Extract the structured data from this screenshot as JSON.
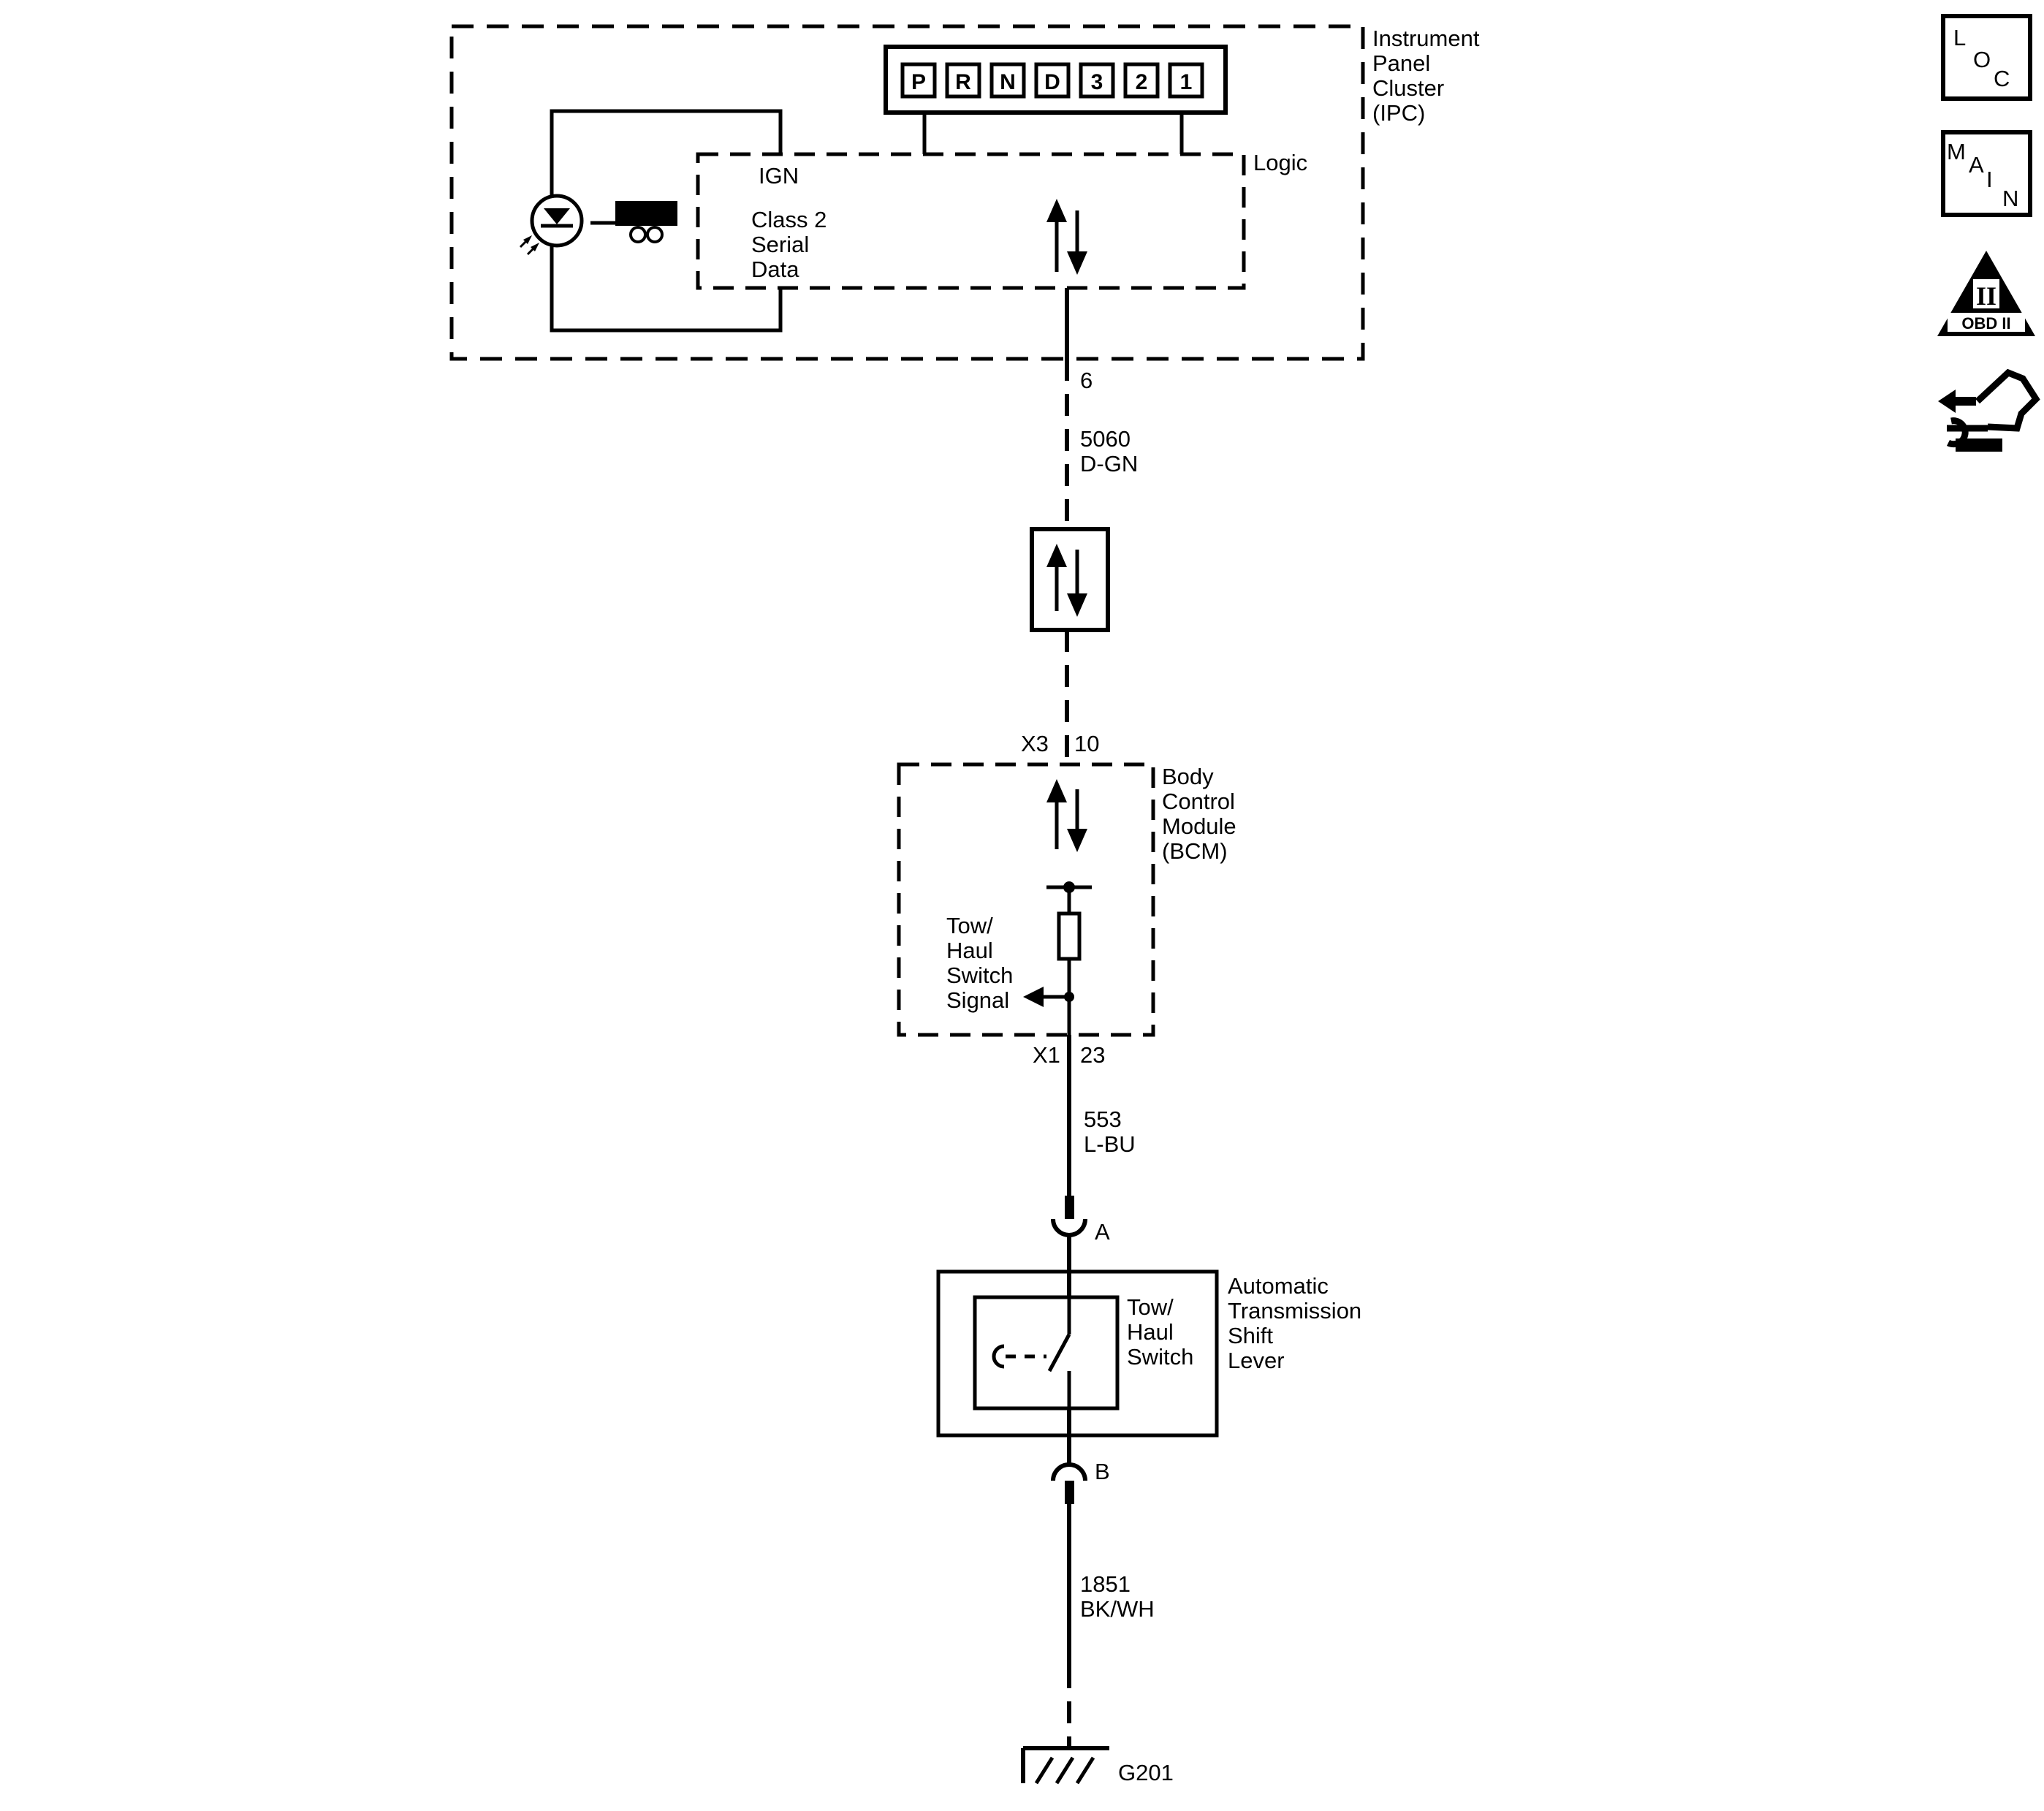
{
  "ipc": {
    "name_lines": [
      "Instrument",
      "Panel",
      "Cluster",
      "(IPC)"
    ],
    "logic_label": "Logic",
    "ign_label": "IGN",
    "serial_lines": [
      "Class 2",
      "Serial",
      "Data"
    ],
    "gear_indicators": [
      "P",
      "R",
      "N",
      "D",
      "3",
      "2",
      "1"
    ]
  },
  "wires": {
    "serial": {
      "pin": "6",
      "circuit": "5060",
      "color": "D-GN"
    },
    "signal": {
      "circuit": "553",
      "color": "L-BU"
    },
    "ground": {
      "circuit": "1851",
      "color": "BK/WH"
    }
  },
  "bcm": {
    "name_lines": [
      "Body",
      "Control",
      "Module",
      "(BCM)"
    ],
    "top_connector": "X3",
    "top_pin": "10",
    "bottom_connector": "X1",
    "bottom_pin": "23",
    "signal_lines": [
      "Tow/",
      "Haul",
      "Switch",
      "Signal"
    ]
  },
  "shift_lever": {
    "name_lines": [
      "Automatic",
      "Transmission",
      "Shift",
      "Lever"
    ],
    "switch_lines": [
      "Tow/",
      "Haul",
      "Switch"
    ],
    "pin_a": "A",
    "pin_b": "B"
  },
  "ground": {
    "label": "G201"
  },
  "side_icons": {
    "loc": [
      "L",
      "O",
      "C"
    ],
    "main": [
      "M",
      "A",
      "I",
      "N"
    ],
    "obd_roman": "II",
    "obd_label": "OBD II"
  }
}
